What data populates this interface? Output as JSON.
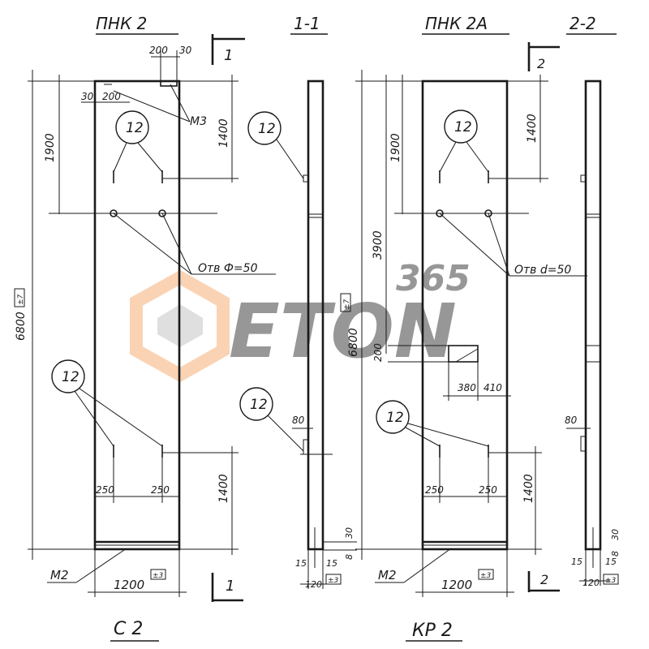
{
  "colors": {
    "ink": "#1a1a1a",
    "watermark_orange": "#f5a05a",
    "watermark_gray": "#b9b9b9"
  },
  "watermark": {
    "number": "365",
    "word": "ETON"
  },
  "left": {
    "title": "ПНК 2",
    "section_mark": "1",
    "dims": {
      "top_200": "200",
      "top_30": "30",
      "left_30": "30",
      "left_200": "200",
      "d1900": "1900",
      "d1400_top": "1400",
      "d6800": "6800",
      "tol_7": "±7",
      "d250_l": "250",
      "d250_r": "250",
      "d1400_bottom": "1400",
      "d1200": "1200",
      "tol_3": "±3"
    },
    "labels": {
      "m3": "М3",
      "hole": "Отв Ф=50",
      "bubble_top": "12",
      "bubble_bottom": "12",
      "m2": "М2"
    },
    "caption": "С 2"
  },
  "section1": {
    "title": "1-1",
    "labels": {
      "bubble_top": "12",
      "bubble_bottom": "12"
    },
    "dims": {
      "d80": "80",
      "d30": "30",
      "d8": "8",
      "d15_l": "15",
      "d15_r": "15",
      "d120": "120",
      "tol_3": "±3"
    }
  },
  "right": {
    "title": "ПНК 2А",
    "section_mark": "2",
    "dims": {
      "d1900": "1900",
      "d1400_top": "1400",
      "d3900": "3900",
      "d6800": "6800",
      "tol_7": "±7",
      "d200": "200",
      "d380": "380",
      "d410": "410",
      "d250_l": "250",
      "d250_r": "250",
      "d1400_bottom": "1400",
      "d1200": "1200",
      "tol_3": "±3"
    },
    "labels": {
      "hole": "Отв d=50",
      "bubble_top": "12",
      "bubble_bottom": "12",
      "m2": "М2"
    },
    "caption": "КР 2"
  },
  "section2": {
    "title": "2-2",
    "dims": {
      "d80": "80",
      "d30": "30",
      "d8": "8",
      "d15_l": "15",
      "d15_r": "15",
      "d120": "120",
      "tol_3": "±3"
    }
  }
}
